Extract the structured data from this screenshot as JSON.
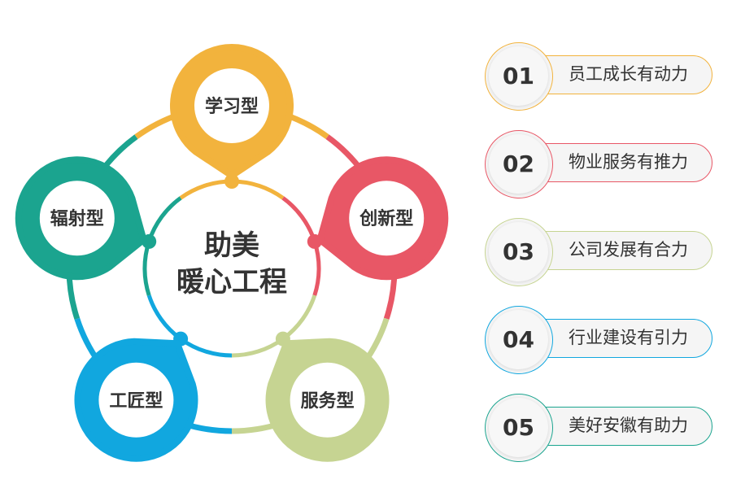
{
  "center": {
    "line1": "助美",
    "line2": "暖心工程"
  },
  "nodes": [
    {
      "label": "学习型",
      "color": "#F2B33D"
    },
    {
      "label": "创新型",
      "color": "#E85766"
    },
    {
      "label": "服务型",
      "color": "#C6D492"
    },
    {
      "label": "工匠型",
      "color": "#11A7DF"
    },
    {
      "label": "辐射型",
      "color": "#1BA48F"
    }
  ],
  "items": [
    {
      "number": "01",
      "text": "员工成长有动力",
      "color": "#F2B33D"
    },
    {
      "number": "02",
      "text": "物业服务有推力",
      "color": "#E85766"
    },
    {
      "number": "03",
      "text": "公司发展有合力",
      "color": "#C6D492"
    },
    {
      "number": "04",
      "text": "行业建设有引力",
      "color": "#11A7DF"
    },
    {
      "number": "05",
      "text": "美好安徽有助力",
      "color": "#1BA48F"
    }
  ]
}
